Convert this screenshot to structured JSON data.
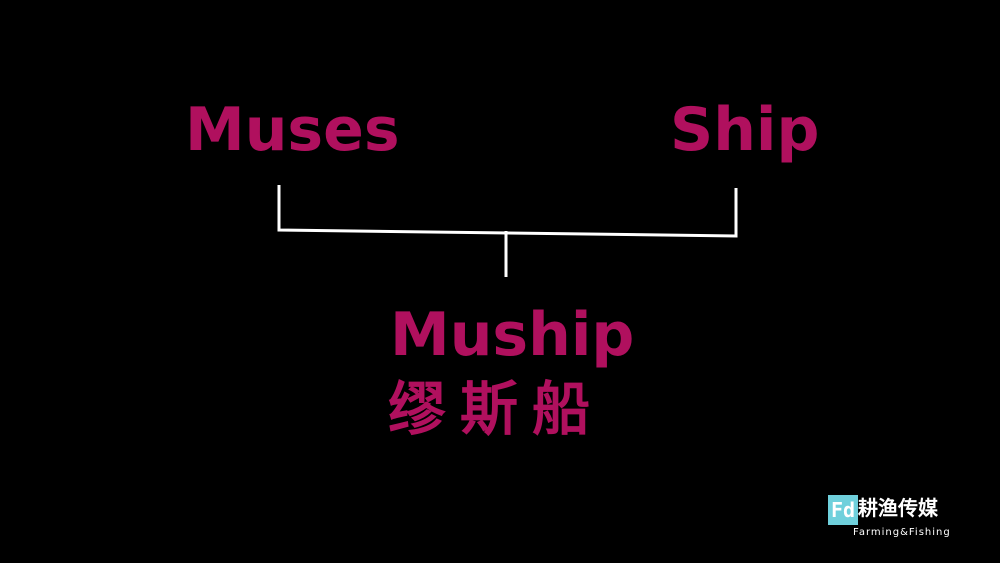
{
  "words": {
    "left": "Muses",
    "right": "Ship",
    "combined": "Muship",
    "combined_chinese": "缪斯船"
  },
  "logo": {
    "mark": "Fd",
    "name_chinese": "耕渔传媒",
    "name_english": "Farming&Fishing"
  },
  "colors": {
    "background": "#000000",
    "text_accent": "#b0105e",
    "bracket": "#ffffff",
    "logo_box": "#6fd0dc"
  }
}
